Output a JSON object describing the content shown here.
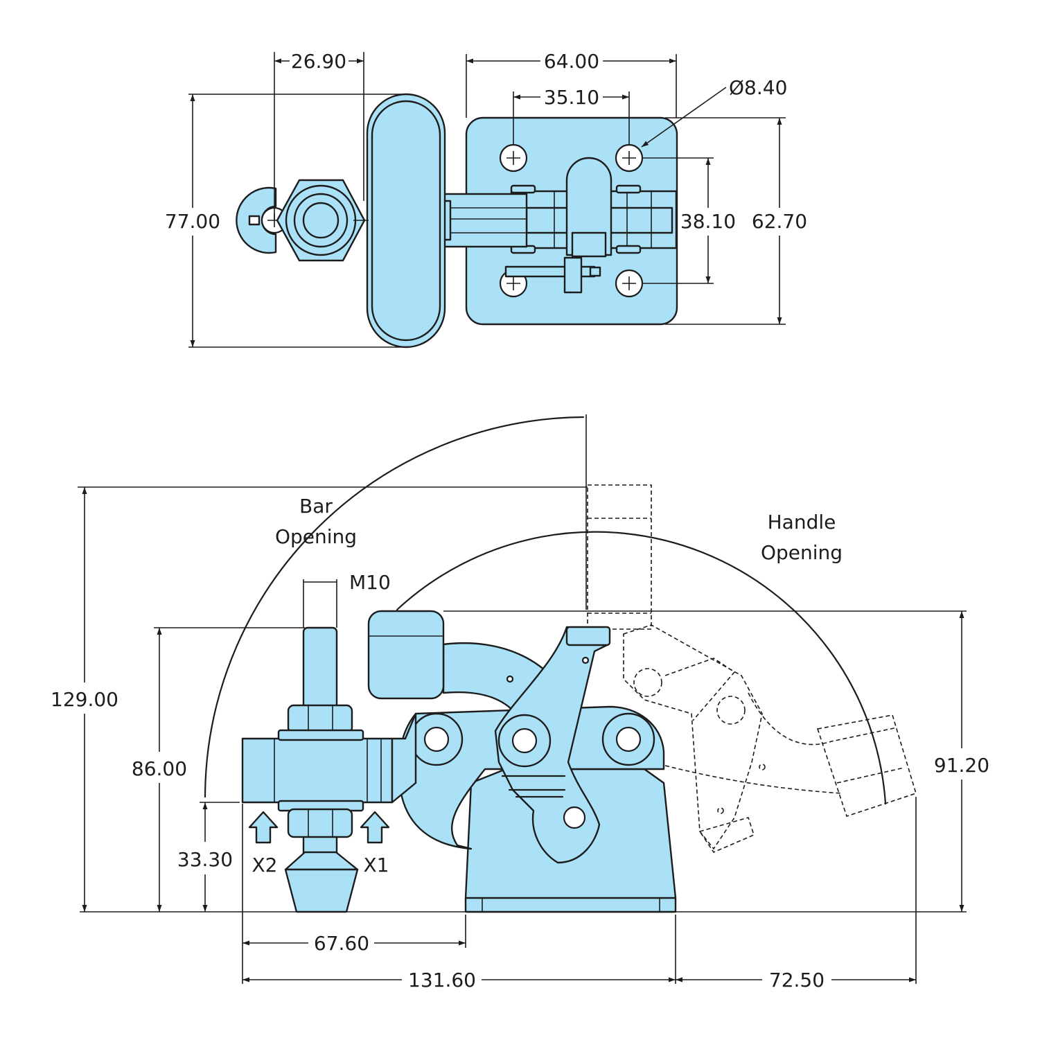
{
  "top_view": {
    "width_overall": "64.00",
    "spindle_offset": "26.90",
    "hole_spacing_x": "35.10",
    "hole_diameter": "Ø8.40",
    "overall_height": "77.00",
    "hole_spacing_y": "38.10",
    "base_height": "62.70"
  },
  "side_view": {
    "bar_opening_line1": "Bar",
    "bar_opening_line2": "Opening",
    "handle_opening_line1": "Handle",
    "handle_opening_line2": "Opening",
    "thread": "M10",
    "overall_height": "129.00",
    "spindle_height": "86.00",
    "bar_height": "33.30",
    "handle_height": "91.20",
    "x2_label": "X2",
    "x1_label": "X1",
    "bar_reach": "67.60",
    "overall_length": "131.60",
    "handle_reach": "72.50"
  },
  "colors": {
    "body": "#abe1f6",
    "line": "#1c1c1c"
  }
}
